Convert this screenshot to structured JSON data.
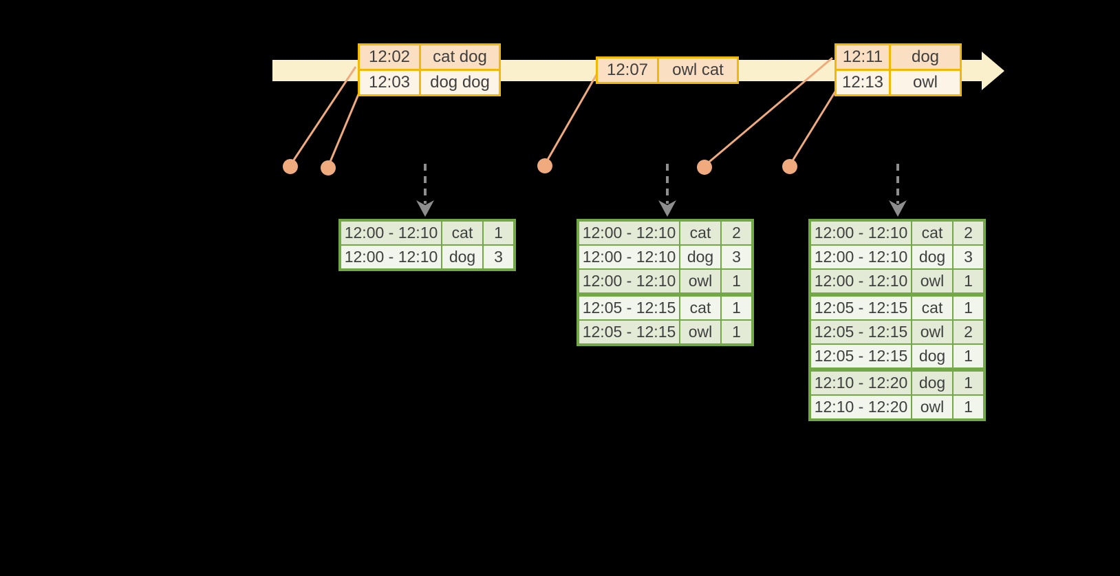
{
  "colors": {
    "background": "#000000",
    "timeline_band": "#FAF0CC",
    "event_border": "#F3B705",
    "event_row_dark": "#FADFC2",
    "event_row_light": "#FDF4E8",
    "connector": "#EFAA7E",
    "dashed_arrow": "#8E8E8E",
    "result_border": "#72A845",
    "result_row_dark": "#E3EBD7",
    "result_row_light": "#F1F5EC",
    "text": "#3F3F3F"
  },
  "event_tables": [
    {
      "rows": [
        {
          "time": "12:02",
          "words": "cat dog"
        },
        {
          "time": "12:03",
          "words": "dog dog"
        }
      ]
    },
    {
      "rows": [
        {
          "time": "12:07",
          "words": "owl cat"
        }
      ]
    },
    {
      "rows": [
        {
          "time": "12:11",
          "words": "dog"
        },
        {
          "time": "12:13",
          "words": "owl"
        }
      ]
    }
  ],
  "result_tables": [
    {
      "rows": [
        {
          "window": "12:00 - 12:10",
          "word": "cat",
          "count": "1"
        },
        {
          "window": "12:00 - 12:10",
          "word": "dog",
          "count": "3"
        }
      ]
    },
    {
      "rows": [
        {
          "window": "12:00 - 12:10",
          "word": "cat",
          "count": "2"
        },
        {
          "window": "12:00 - 12:10",
          "word": "dog",
          "count": "3"
        },
        {
          "window": "12:00 - 12:10",
          "word": "owl",
          "count": "1"
        },
        {
          "window": "12:05 - 12:15",
          "word": "cat",
          "count": "1"
        },
        {
          "window": "12:05 - 12:15",
          "word": "owl",
          "count": "1"
        }
      ]
    },
    {
      "rows": [
        {
          "window": "12:00 - 12:10",
          "word": "cat",
          "count": "2"
        },
        {
          "window": "12:00 - 12:10",
          "word": "dog",
          "count": "3"
        },
        {
          "window": "12:00 - 12:10",
          "word": "owl",
          "count": "1"
        },
        {
          "window": "12:05 - 12:15",
          "word": "cat",
          "count": "1"
        },
        {
          "window": "12:05 - 12:15",
          "word": "owl",
          "count": "2"
        },
        {
          "window": "12:05 - 12:15",
          "word": "dog",
          "count": "1"
        },
        {
          "window": "12:10 - 12:20",
          "word": "dog",
          "count": "1"
        },
        {
          "window": "12:10 - 12:20",
          "word": "owl",
          "count": "1"
        }
      ]
    }
  ]
}
